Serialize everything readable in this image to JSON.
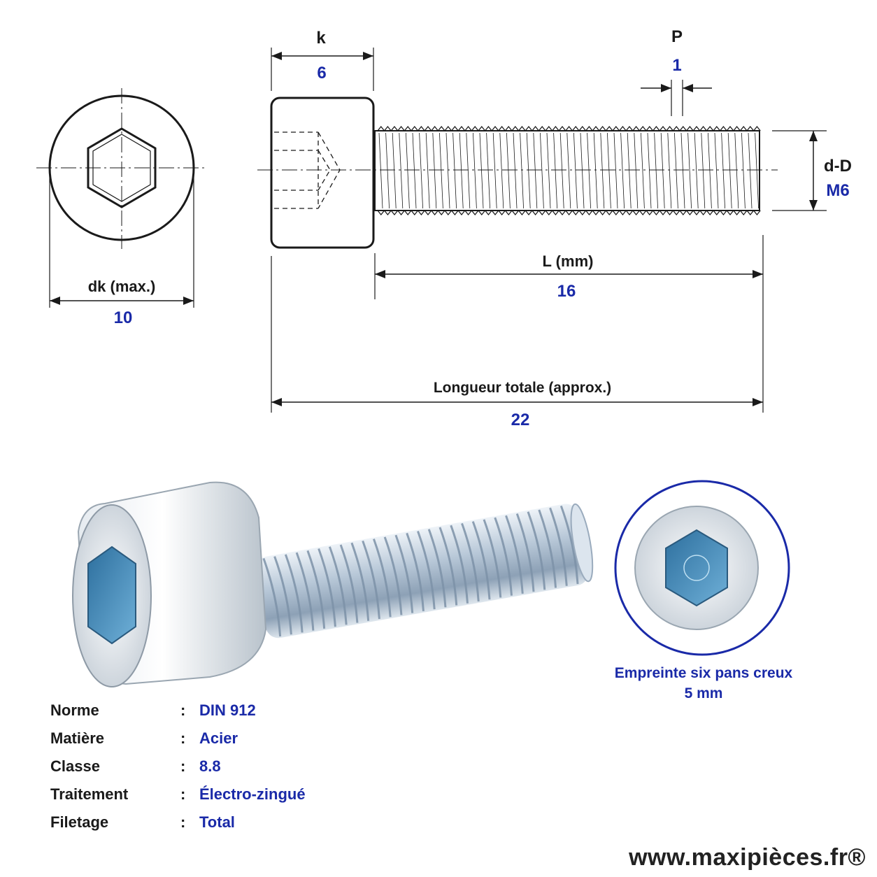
{
  "drawing": {
    "head_diameter": {
      "label": "dk (max.)",
      "value": "10"
    },
    "head_height": {
      "label": "k",
      "value": "6"
    },
    "pitch": {
      "label": "P",
      "value": "1"
    },
    "thread": {
      "label": "d-D",
      "value": "M6"
    },
    "length": {
      "label": "L (mm)",
      "value": "16"
    },
    "total_length": {
      "label": "Longueur totale (approx.)",
      "value": "22"
    }
  },
  "caption": {
    "line1": "Empreinte six pans creux",
    "line2": "5 mm"
  },
  "specs": [
    {
      "key": "Norme",
      "sep": ":",
      "value": "DIN 912"
    },
    {
      "key": "Matière",
      "sep": ":",
      "value": "Acier"
    },
    {
      "key": "Classe",
      "sep": ":",
      "value": "8.8"
    },
    {
      "key": "Traitement",
      "sep": ":",
      "value": "Électro-zingué"
    },
    {
      "key": "Filetage",
      "sep": ":",
      "value": "Total"
    }
  ],
  "watermark": "www.maxipièces.fr®",
  "colors": {
    "value_blue": "#1a2aa8",
    "line": "#1a1a1a",
    "zinc": "#c9d3dc",
    "hex_blue": "#3d7fb0",
    "circle_border": "#1a2aa8"
  }
}
